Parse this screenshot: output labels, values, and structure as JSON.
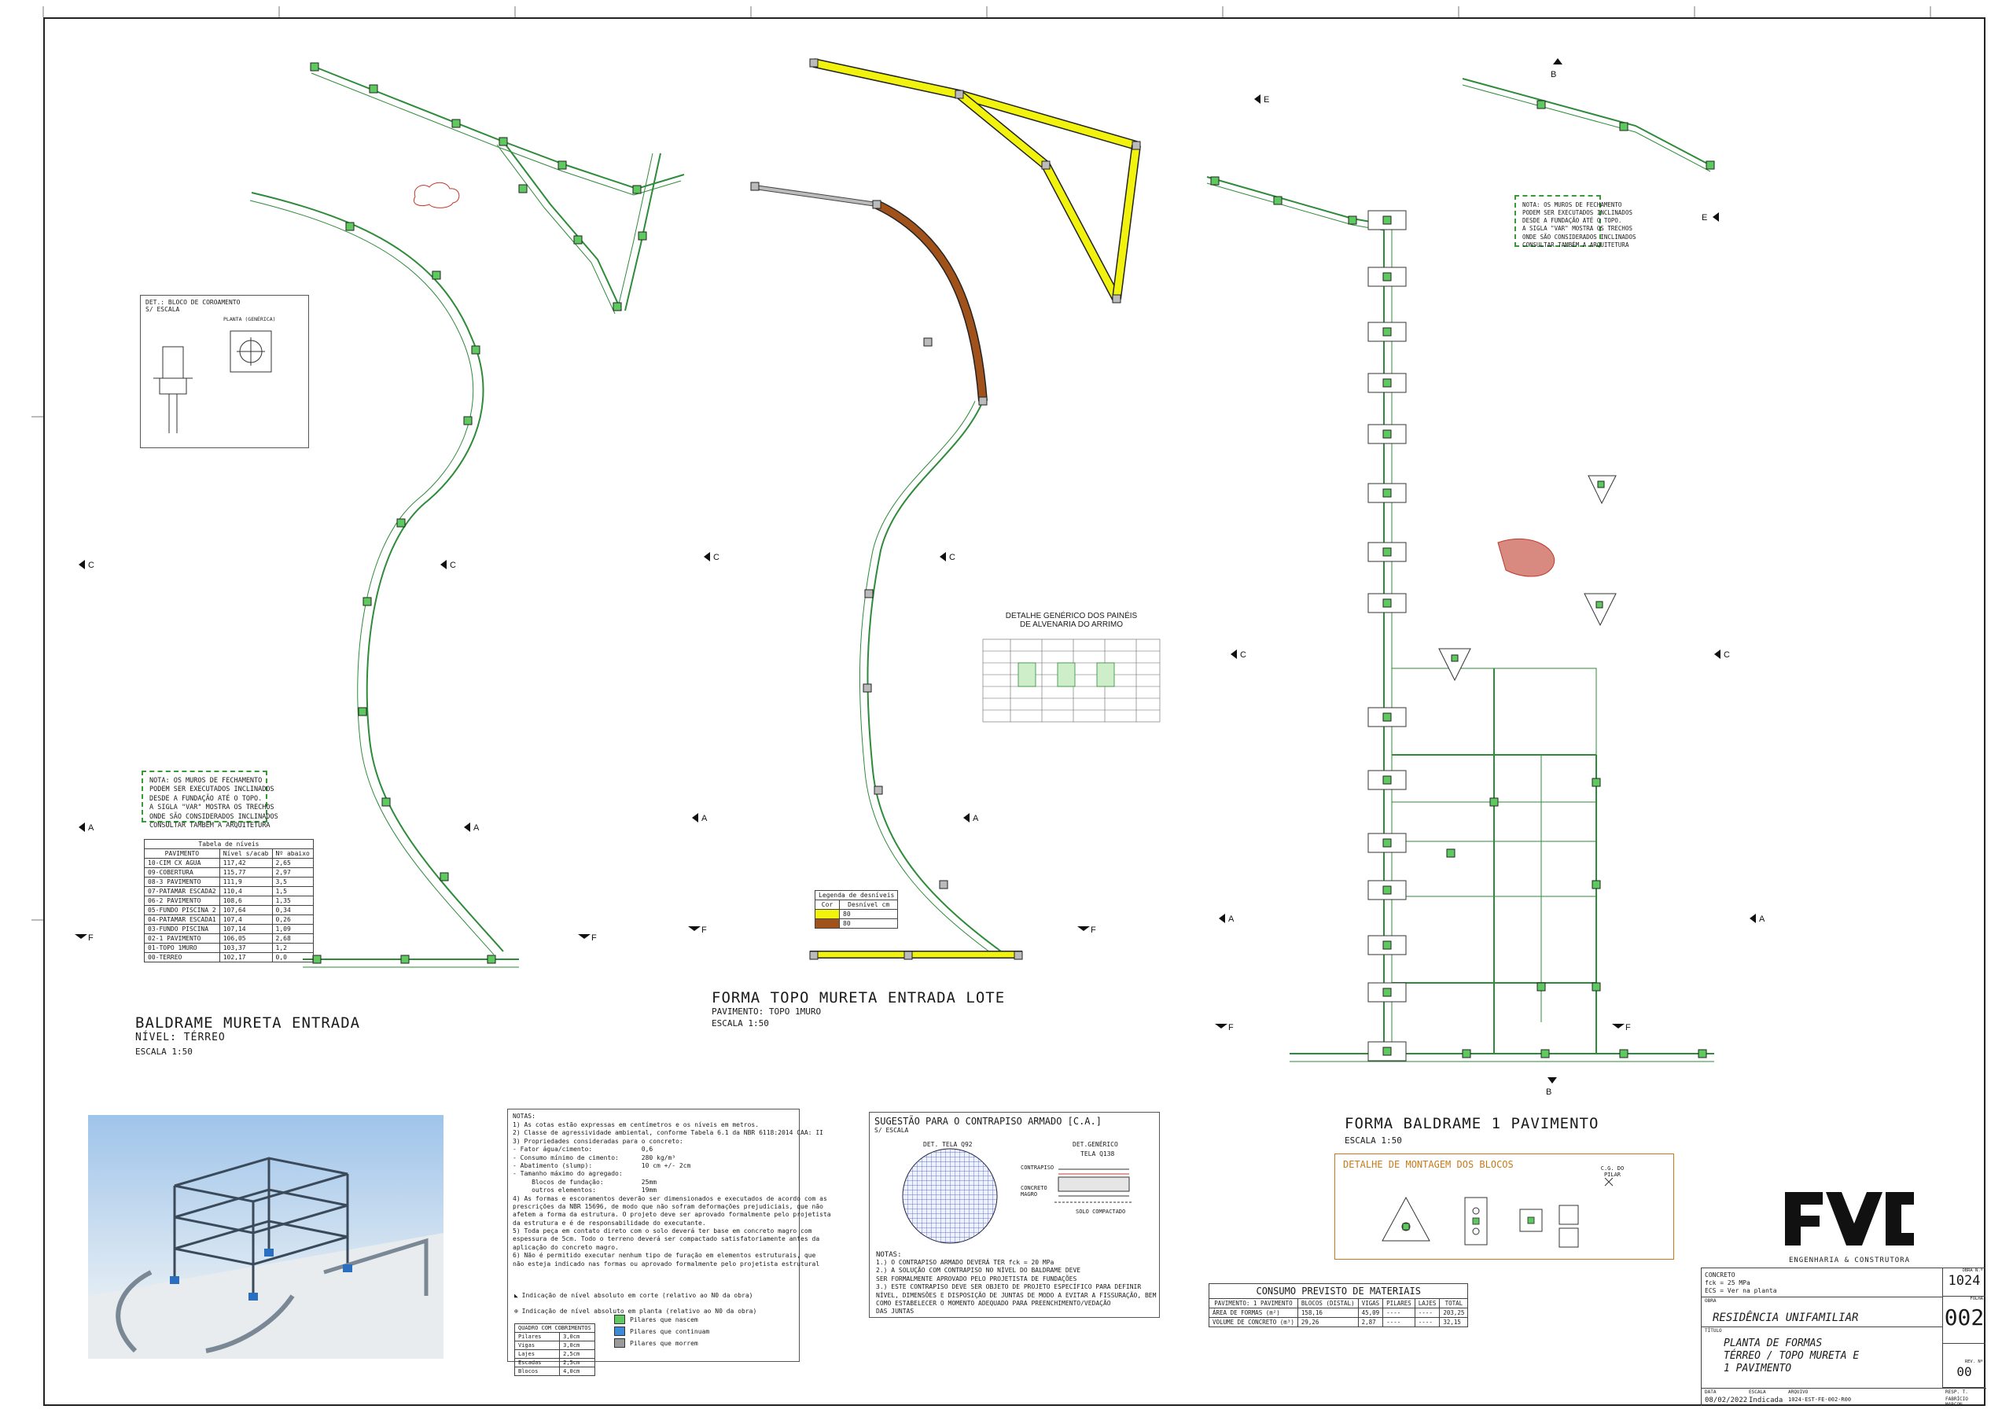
{
  "colors": {
    "beam_green": "#2e8b3a",
    "pillar_fill": "#5ec95e",
    "label_blue": "#1c2f8a",
    "label_orange": "#a8701a",
    "muro_yellow": "#f2f20f",
    "mureta_brown": "#a0521a",
    "soil_red": "#c0392b"
  },
  "drawing_titles": {
    "baldrame": {
      "title": "BALDRAME MURETA ENTRADA",
      "nivel": "NÍVEL: TÉRREO",
      "escala": "ESCALA 1:50"
    },
    "topo": {
      "title": "FORMA TOPO MURETA ENTRADA LOTE",
      "pavimento": "PAVIMENTO: TOPO 1MURO",
      "escala": "ESCALA 1:50"
    },
    "forma": {
      "title": "FORMA BALDRAME 1 PAVIMENTO",
      "escala": "ESCALA 1:50"
    }
  },
  "section_markers": [
    "C",
    "C",
    "C",
    "C",
    "C",
    "C",
    "A",
    "A",
    "A",
    "A",
    "A",
    "A",
    "F",
    "F",
    "F",
    "F",
    "F",
    "F",
    "B",
    "B",
    "E",
    "E"
  ],
  "det_bloco": {
    "title": "DET.: BLOCO DE COROAMENTO",
    "subtitle": "S/ ESCALA",
    "planta_label": "PLANTA (GENÉRICA)"
  },
  "nota_muros_left": [
    "NOTA: OS MUROS DE FECHAMENTO",
    "PODEM SER EXECUTADOS INCLINADOS",
    "DESDE A FUNDAÇÃO ATÉ O TOPO.",
    "A SIGLA \"VAR\" MOSTRA OS TRECHOS",
    "ONDE SÃO CONSIDERADOS INCLINADOS",
    "CONSULTAR TAMBÉM A ARQUITETURA"
  ],
  "nota_muros_right": [
    "NOTA: OS MUROS DE FECHAMENTO",
    "PODEM SER EXECUTADOS INCLINADOS",
    "DESDE A FUNDAÇÃO ATÉ O TOPO.",
    "A SIGLA \"VAR\" MOSTRA OS TRECHOS",
    "ONDE SÃO CONSIDERADOS INCLINADOS",
    "CONSULTAR TAMBÉM A ARQUITETURA"
  ],
  "tabela_niveis": {
    "title": "Tabela de níveis",
    "headers": [
      "PAVIMENTO",
      "Nível s/acab",
      "Nº abaixo"
    ],
    "rows": [
      [
        "10-CIM CX AGUA",
        "117,42",
        "2,65"
      ],
      [
        "09-COBERTURA",
        "115,77",
        "2,97"
      ],
      [
        "08-3 PAVIMENTO",
        "111,9",
        "3,5"
      ],
      [
        "07-PATAMAR ESCADA2",
        "110,4",
        "1,5"
      ],
      [
        "06-2 PAVIMENTO",
        "108,6",
        "1,35"
      ],
      [
        "05-FUNDO PISCINA 2",
        "107,64",
        "0,34"
      ],
      [
        "04-PATAMAR ESCADA1",
        "107,4",
        "0,26"
      ],
      [
        "03-FUNDO PISCINA",
        "107,14",
        "1,09"
      ],
      [
        "02-1 PAVIMENTO",
        "106,05",
        "2,68"
      ],
      [
        "01-TOPO 1MURO",
        "103,37",
        "1,2"
      ],
      [
        "00-TERREO",
        "102,17",
        "0,0"
      ]
    ]
  },
  "legenda_desniveis": {
    "title": "Legenda de desníveis",
    "headers": [
      "Cor",
      "Desnível cm"
    ],
    "rows": [
      {
        "color": "#f2f20f",
        "value": "80"
      },
      {
        "color": "#a0521a",
        "value": "80"
      }
    ]
  },
  "detalhe_paineis": {
    "title": "DETALHE GENÉRICO DOS PAINÉIS",
    "subtitle": "DE ALVENARIA DO ARRIMO"
  },
  "notas": {
    "title": "NOTAS:",
    "lines": [
      "1) As cotas estão expressas em centímetros e os níveis em metros.",
      "2) Classe de agressividade ambiental, conforme Tabela 6.1 da NBR 6118:2014 CAA: II",
      "3) Propriedades consideradas para o concreto:",
      "- Fator água/cimento:             0,6",
      "- Consumo mínimo de cimento:      280 kg/m³",
      "- Abatimento (slump):             10 cm +/- 2cm",
      "- Tamanho máximo do agregado:",
      "     Blocos de fundação:          25mm",
      "     outros elementos:            19mm",
      "4) As formas e escoramentos deverão ser dimensionados e executados de acordo com as",
      "prescrições da NBR 15696, de modo que não sofram deformações prejudiciais, que não",
      "afetem a forma da estrutura. O projeto deve ser aprovado formalmente pelo projetista",
      "da estrutura e é de responsabilidade do executante.",
      "5) Toda peça em contato direto com o solo deverá ter base em concreto magro com",
      "espessura de 5cm. Todo o terreno deverá ser compactado satisfatoriamente antes da",
      "aplicação do concreto magro.",
      "6) Não é permitido executar nenhum tipo de furação em elementos estruturais, que",
      "não esteja indicado nas formas ou aprovado formalmente pelo projetista estrutural"
    ],
    "nivel_corte": "Indicação de nível absoluto em corte (relativo ao N0 da obra)",
    "nivel_planta": "Indicação de nível absoluto em planta (relativo ao N0 da obra)",
    "quadro_title": "QUADRO COM COBRIMENTOS",
    "quadro": [
      [
        "Pilares",
        "3,0cm"
      ],
      [
        "Vigas",
        "3,0cm"
      ],
      [
        "Lajes",
        "2,5cm"
      ],
      [
        "Escadas",
        "2,5cm"
      ],
      [
        "Blocos",
        "4,0cm"
      ]
    ],
    "legend": [
      {
        "label": "Pilares que nascem",
        "color": "#5ec95e"
      },
      {
        "label": "Pilares que continuam",
        "color": "#3d8bd6"
      },
      {
        "label": "Pilares que morrem",
        "color": "#9a9a9a"
      }
    ]
  },
  "contrapiso": {
    "title": "SUGESTÃO PARA O CONTRAPISO ARMADO [C.A.]",
    "subtitle": "S/ ESCALA",
    "det_tela": "DET. TELA Q92",
    "det_generico": "DET.GENÉRICO",
    "tela_label": "TELA Q138",
    "contrapiso_label": "CONTRAPISO",
    "concreto_label": "CONCRETO MAGRO",
    "solo_label": "SOLO COMPACTADO",
    "notas_title": "NOTAS:",
    "notas": [
      "1.) O CONTRAPISO ARMADO DEVERÁ TER fck = 20 MPa",
      "2.) A SOLUÇÃO COM CONTRAPISO NO NÍVEL DO BALDRAME DEVE",
      "SER FORMALMENTE APROVADO PELO PROJETISTA DE FUNDAÇÕES",
      "3.) ESTE CONTRAPISO DEVE SER OBJETO DE PROJETO ESPECÍFICO PARA DEFINIR",
      "NÍVEL, DIMENSÕES E DISPOSIÇÃO DE JUNTAS DE MODO A EVITAR A FISSURAÇÃO, BEM",
      "COMO ESTABELECER O MOMENTO ADEQUADO PARA PREENCHIMENTO/VEDAÇÃO",
      "DAS JUNTAS"
    ]
  },
  "detalhe_montagem": {
    "title": "DETALHE DE MONTAGEM DOS BLOCOS",
    "cg_label": "C.G. DO PILAR"
  },
  "consumo": {
    "title": "CONSUMO PREVISTO DE MATERIAIS",
    "headers": [
      "PAVIMENTO: 1 PAVIMENTO",
      "BLOCOS (DISTAL)",
      "VIGAS",
      "PILARES",
      "LAJES",
      "TOTAL"
    ],
    "rows": [
      [
        "ÁREA DE FORMAS (m²)",
        "158,16",
        "45,09",
        "----",
        "----",
        "203,25"
      ],
      [
        "VOLUME DE CONCRETO (m³)",
        "29,26",
        "2,87",
        "----",
        "----",
        "32,15"
      ]
    ]
  },
  "title_block": {
    "company": "ENGENHARIA & CONSTRUTORA",
    "concreto": "CONCRETO",
    "fck": "fck = 25   MPa",
    "ecs": "ECS = Ver na planta",
    "obra_label": "OBRA",
    "obra": "RESIDÊNCIA UNIFAMILIAR",
    "desc_label": "TÍTULO",
    "desc": [
      "PLANTA DE FORMAS",
      "TÉRREO / TOPO MURETA E",
      "1 PAVIMENTO"
    ],
    "obra_no_label": "OBRA N.º",
    "obra_no": "1024",
    "folha_label": "FOLHA",
    "folha": "002",
    "rev_label": "REV. Nº",
    "rev": "00",
    "data_label": "DATA",
    "data": "08/02/2022",
    "escala_label": "ESCALA",
    "escala": "Indicada",
    "arquivo_label": "ARQUIVO",
    "arquivo": "1024-EST-FE-002-R00",
    "resp_label": "RESP. T.",
    "resp": "FABRÍCIO MARCON"
  }
}
